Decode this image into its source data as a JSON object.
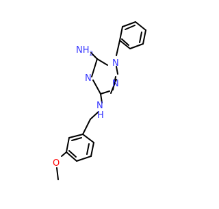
{
  "molecule": {
    "atom_labels": {
      "amine_nh2": "NH",
      "amine_nh2_sub": "2",
      "ring_n1": "N",
      "ring_n2": "N",
      "ring_n4": "N",
      "linker_nh": "N",
      "linker_nh_h": "H",
      "methoxy_o": "O"
    },
    "colors": {
      "bond": "#000000",
      "nitrogen": "#3333ff",
      "oxygen": "#ff0000"
    }
  }
}
